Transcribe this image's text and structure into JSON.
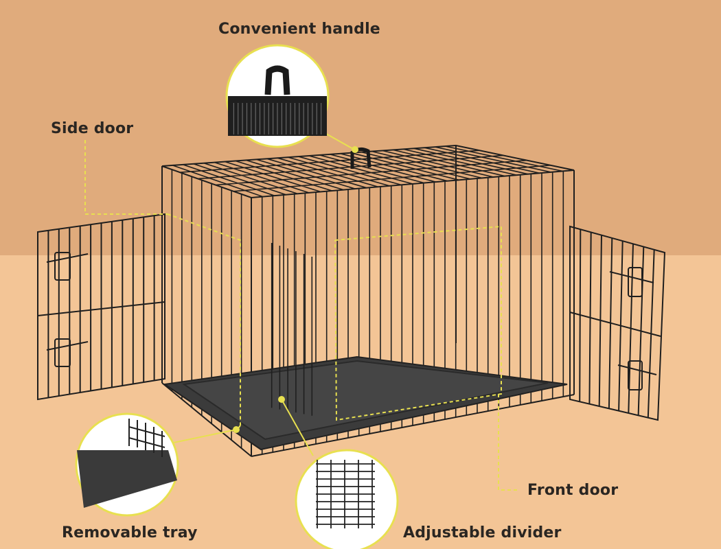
{
  "callouts": {
    "handle": "Convenient handle",
    "side_door": "Side door",
    "front_door": "Front door",
    "tray": "Removable tray",
    "divider": "Adjustable divider"
  },
  "colors": {
    "wall": "#e0ab7c",
    "floor": "#f3c596",
    "wire": "#1e1e1e",
    "tray": "#3b3b3b",
    "highlight": "#f0ea4a"
  }
}
